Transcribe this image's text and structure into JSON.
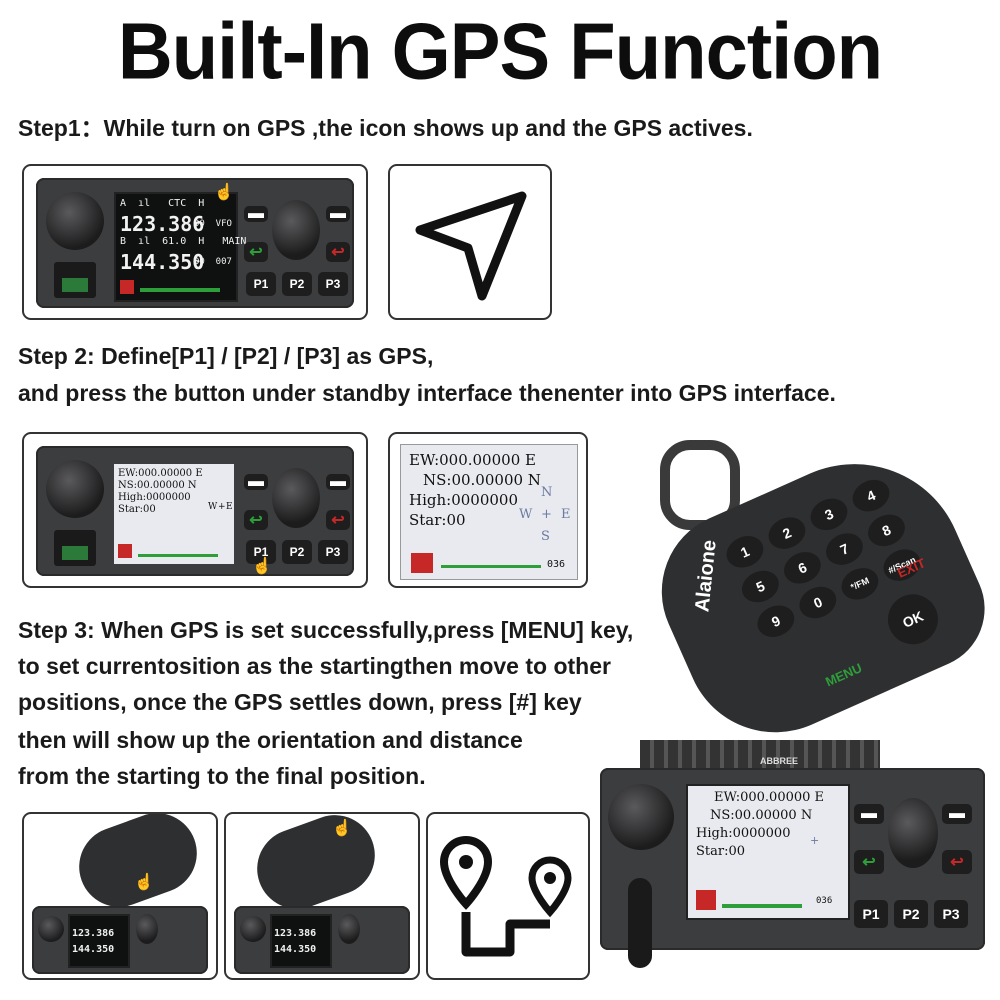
{
  "title": "Built-In GPS Function",
  "step1": {
    "text": "Step1：While turn on GPS ,the icon  shows up and the GPS actives."
  },
  "step2": {
    "line1": "Step 2: Define[P1] / [P2] / [P3] as GPS,",
    "line2": "and press the button under standby interface thenenter into GPS interface."
  },
  "step3": {
    "lines": [
      "Step 3: When GPS is set successfully,press [MENU] key,",
      "to set currentosition as the startingthen move to other",
      "positions, once the GPS settles down, press [#] key",
      "then will show up the orientation and distance",
      "from the starting to the final position."
    ]
  },
  "radio_standby": {
    "line_a": "A  ıl   CTC  H",
    "freq_a": "123.386",
    "freq_a_suffix": "00  VFO",
    "line_b": "B  ıl  61.0  H   MAIN",
    "freq_b": "144.350",
    "freq_b_suffix": "00  007",
    "buttons": [
      "P1",
      "P2",
      "P3"
    ]
  },
  "gps_screen": {
    "ew": "EW:000.00000 E",
    "ns": "NS:00.00000 N",
    "high": "High:0000000",
    "star": "Star:00",
    "compass": {
      "n": "N",
      "w": "W",
      "e": "E",
      "s": "S",
      "center": "+"
    },
    "level": "036"
  },
  "microphone": {
    "brand": "Alaione",
    "keys": [
      "1",
      "2",
      "3",
      "4",
      "5",
      "6",
      "7",
      "8",
      "9",
      "0",
      "*/FM",
      "#/Scan"
    ],
    "exit": "EXIT",
    "ok": "OK",
    "menu": "MENU"
  },
  "radio_brand": "ABBREE",
  "colors": {
    "accent_red": "#c62828",
    "accent_green": "#2e9e3a",
    "lcd_bg": "#0f1010"
  },
  "icons": {
    "gps_arrow": "navigation-arrow-icon",
    "route": "route-pins-icon"
  }
}
